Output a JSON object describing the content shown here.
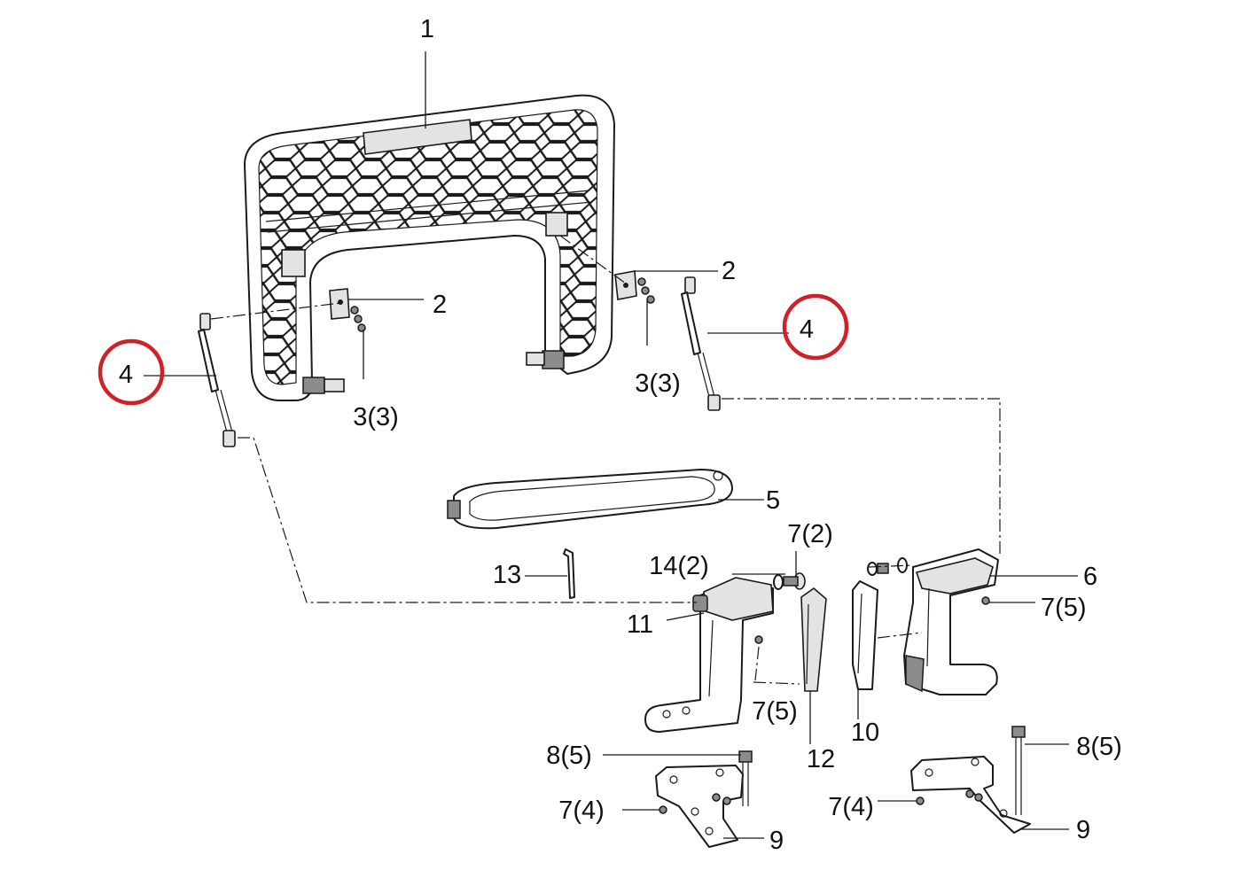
{
  "colors": {
    "line": "#1a1a1a",
    "highlight": "#d0202a",
    "shade": "#8c8c8c"
  },
  "callouts": {
    "c1": "1",
    "c2a": "2",
    "c2b": "2",
    "c3a": "3(3)",
    "c3b": "3(3)",
    "c4a": "4",
    "c4b": "4",
    "c5": "5",
    "c6": "6",
    "c7_2": "7(2)",
    "c7_5a": "7(5)",
    "c7_5b": "7(5)",
    "c7_4a": "7(4)",
    "c7_4b": "7(4)",
    "c8_5a": "8(5)",
    "c8_5b": "8(5)",
    "c9a": "9",
    "c9b": "9",
    "c10": "10",
    "c11": "11",
    "c12": "12",
    "c13": "13",
    "c14_2": "14(2)"
  }
}
